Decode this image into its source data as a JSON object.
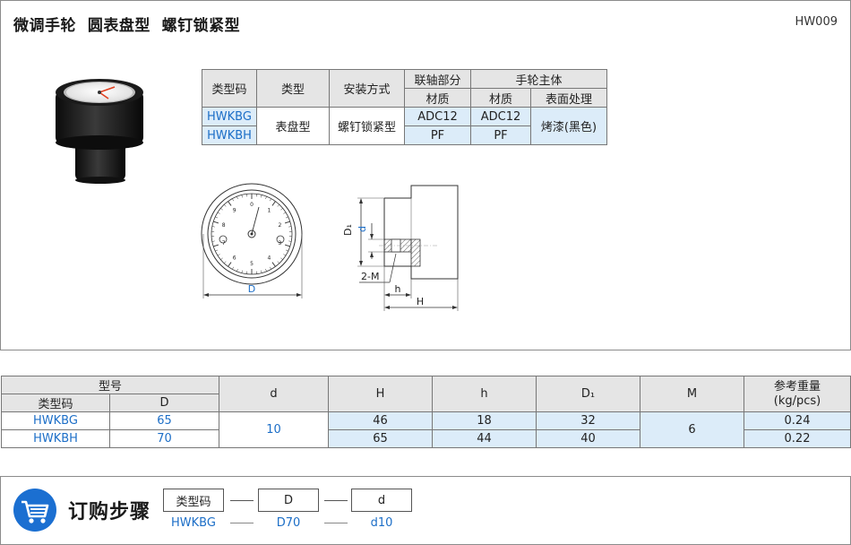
{
  "header": {
    "title": "微调手轮  圆表盘型  螺钉锁紧型",
    "code": "HW009"
  },
  "spec_table": {
    "col_type_code": "类型码",
    "col_type": "类型",
    "col_install": "安装方式",
    "col_shaft_part": "联轴部分",
    "col_wheel_body": "手轮主体",
    "sub_material_1": "材质",
    "sub_material_2": "材质",
    "sub_surface": "表面处理",
    "rows": [
      {
        "code": "HWKBG",
        "shaft_material": "ADC12",
        "body_material": "ADC12"
      },
      {
        "code": "HWKBH",
        "shaft_material": "PF",
        "body_material": "PF"
      }
    ],
    "type_value": "表盘型",
    "install_value": "螺钉锁紧型",
    "surface_value": "烤漆(黑色)"
  },
  "diagram": {
    "label_D": "D",
    "label_D1": "D₁",
    "label_d": "d",
    "label_2M": "2-M",
    "label_h": "h",
    "label_H": "H",
    "dial_numbers": [
      "0",
      "1",
      "2",
      "3",
      "4",
      "5",
      "6",
      "7",
      "8",
      "9"
    ]
  },
  "dim_table": {
    "group_model": "型号",
    "col_type_code": "类型码",
    "col_D": "D",
    "col_d": "d",
    "col_H": "H",
    "col_h": "h",
    "col_D1": "D₁",
    "col_M": "M",
    "col_weight": "参考重量\n(kg/pcs)",
    "d_value": "10",
    "M_value": "6",
    "rows": [
      {
        "code": "HWKBG",
        "D": "65",
        "H": "46",
        "h": "18",
        "D1": "32",
        "weight": "0.24"
      },
      {
        "code": "HWKBH",
        "D": "70",
        "H": "65",
        "h": "44",
        "D1": "40",
        "weight": "0.22"
      }
    ]
  },
  "order": {
    "title": "订购步骤",
    "boxes": [
      "类型码",
      "D",
      "d"
    ],
    "values": [
      "HWKBG",
      "D70",
      "d10"
    ]
  },
  "colors": {
    "accent_blue": "#1c6ec7",
    "cart_blue": "#1b6fd1",
    "light_blue_cell": "#dcecf9",
    "header_gray": "#e5e5e5"
  }
}
